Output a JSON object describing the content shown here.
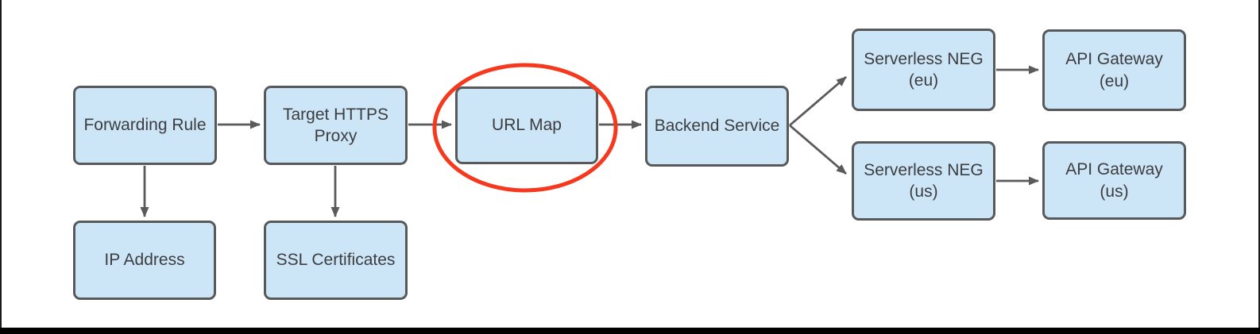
{
  "diagram": {
    "nodes": [
      {
        "id": "forwarding-rule",
        "label": [
          "Forwarding Rule"
        ]
      },
      {
        "id": "ip-address",
        "label": [
          "IP Address"
        ]
      },
      {
        "id": "target-https-proxy",
        "label": [
          "Target HTTPS",
          "Proxy"
        ]
      },
      {
        "id": "ssl-certificates",
        "label": [
          "SSL Certificates"
        ]
      },
      {
        "id": "url-map",
        "label": [
          "URL Map"
        ]
      },
      {
        "id": "backend-service",
        "label": [
          "Backend Service"
        ]
      },
      {
        "id": "serverless-neg-eu",
        "label": [
          "Serverless NEG",
          "(eu)"
        ]
      },
      {
        "id": "api-gateway-eu",
        "label": [
          "API Gateway",
          "(eu)"
        ]
      },
      {
        "id": "serverless-neg-us",
        "label": [
          "Serverless NEG",
          "(us)"
        ]
      },
      {
        "id": "api-gateway-us",
        "label": [
          "API Gateway",
          "(us)"
        ]
      }
    ],
    "edges": [
      {
        "from": "Forwarding Rule",
        "to": "Target HTTPS Proxy"
      },
      {
        "from": "Forwarding Rule",
        "to": "IP Address"
      },
      {
        "from": "Target HTTPS Proxy",
        "to": "URL Map"
      },
      {
        "from": "Target HTTPS Proxy",
        "to": "SSL Certificates"
      },
      {
        "from": "URL Map",
        "to": "Backend Service"
      },
      {
        "from": "Backend Service",
        "to": "Serverless NEG (eu)"
      },
      {
        "from": "Backend Service",
        "to": "Serverless NEG (us)"
      },
      {
        "from": "Serverless NEG (eu)",
        "to": "API Gateway (eu)"
      },
      {
        "from": "Serverless NEG (us)",
        "to": "API Gateway (us)"
      }
    ],
    "annotation": {
      "shape": "ellipse",
      "around": "URL Map",
      "color": "#f5391f"
    },
    "colors": {
      "node_fill": "#cce6f8",
      "node_border": "#58595b",
      "node_text": "#3d3d3f",
      "connector": "#5a5a5c",
      "highlight": "#f5391f",
      "frame": "#000000"
    }
  }
}
